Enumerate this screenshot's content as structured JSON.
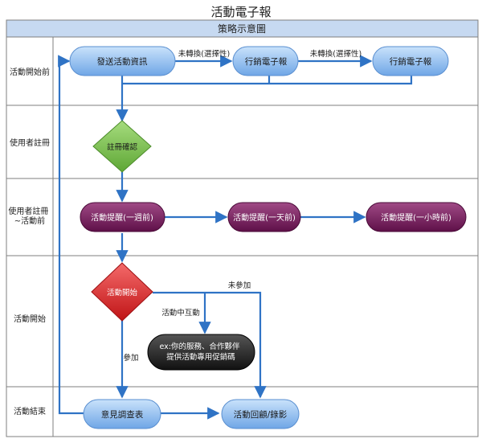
{
  "title": "活動電子報",
  "header": {
    "label": "策略示意圖"
  },
  "lanes": [
    {
      "label": "活動開始前"
    },
    {
      "label": "使用者註冊"
    },
    {
      "label_lines": [
        "使用者註冊",
        "~活動前"
      ]
    },
    {
      "label": "活動開始"
    },
    {
      "label": "活動結束"
    }
  ],
  "nodes": {
    "send_info": "發送活動資訊",
    "newsletter1": "行銷電子報",
    "newsletter2": "行銷電子報",
    "reg_confirm": "註冊確認",
    "remind_week": "活動提醒(一週前)",
    "remind_day": "活動提醒(一天前)",
    "remind_hour": "活動提醒(一小時前)",
    "event_start": "活動開始",
    "note_lines": [
      "ex:你的服務、合作夥伴",
      "提供活動專用促銷碼"
    ],
    "survey": "意見調查表",
    "review": "活動回顧/錄影"
  },
  "edge_labels": {
    "not_converted_1": "未轉換(選擇性)",
    "not_converted_2": "未轉換(選擇性)",
    "not_attend": "未參加",
    "interaction": "活動中互動",
    "attend": "參加"
  },
  "colors": {
    "lane_header": "#c6d9f1",
    "lane_border": "#7f7f7f",
    "arrow": "#2f73c5",
    "blue_node": "#8fbdf0",
    "green_node": "#7fc24e",
    "purple_node": "#7a2062",
    "red_node": "#d9262a",
    "black_node": "#2a2a2a"
  }
}
